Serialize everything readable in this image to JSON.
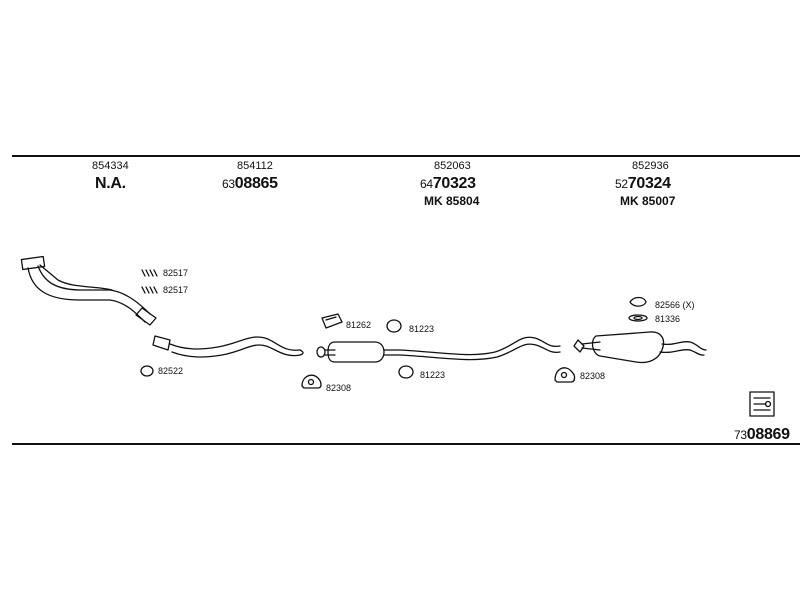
{
  "columns": [
    {
      "ref": "854334",
      "name": "N.A."
    },
    {
      "ref": "854112",
      "prefix": "63",
      "number": "08865"
    },
    {
      "ref": "852063",
      "prefix": "64",
      "number": "70323",
      "mk": "MK 85804"
    },
    {
      "ref": "852936",
      "prefix": "52",
      "number": "70324",
      "mk": "MK 85007"
    }
  ],
  "parts": {
    "clamp_a": "82517",
    "clamp_b": "82517",
    "gasket_front": "82522",
    "rubber_1": "81262",
    "ring_upper": "81223",
    "ring_lower": "81223",
    "bracket_mid": "82308",
    "bracket_rear": "82308",
    "clip_rear": "82566 (X)",
    "ring_rear": "81336"
  },
  "kit": {
    "prefix": "73",
    "number": "08869"
  },
  "colors": {
    "ink": "#111111",
    "background": "#ffffff"
  }
}
